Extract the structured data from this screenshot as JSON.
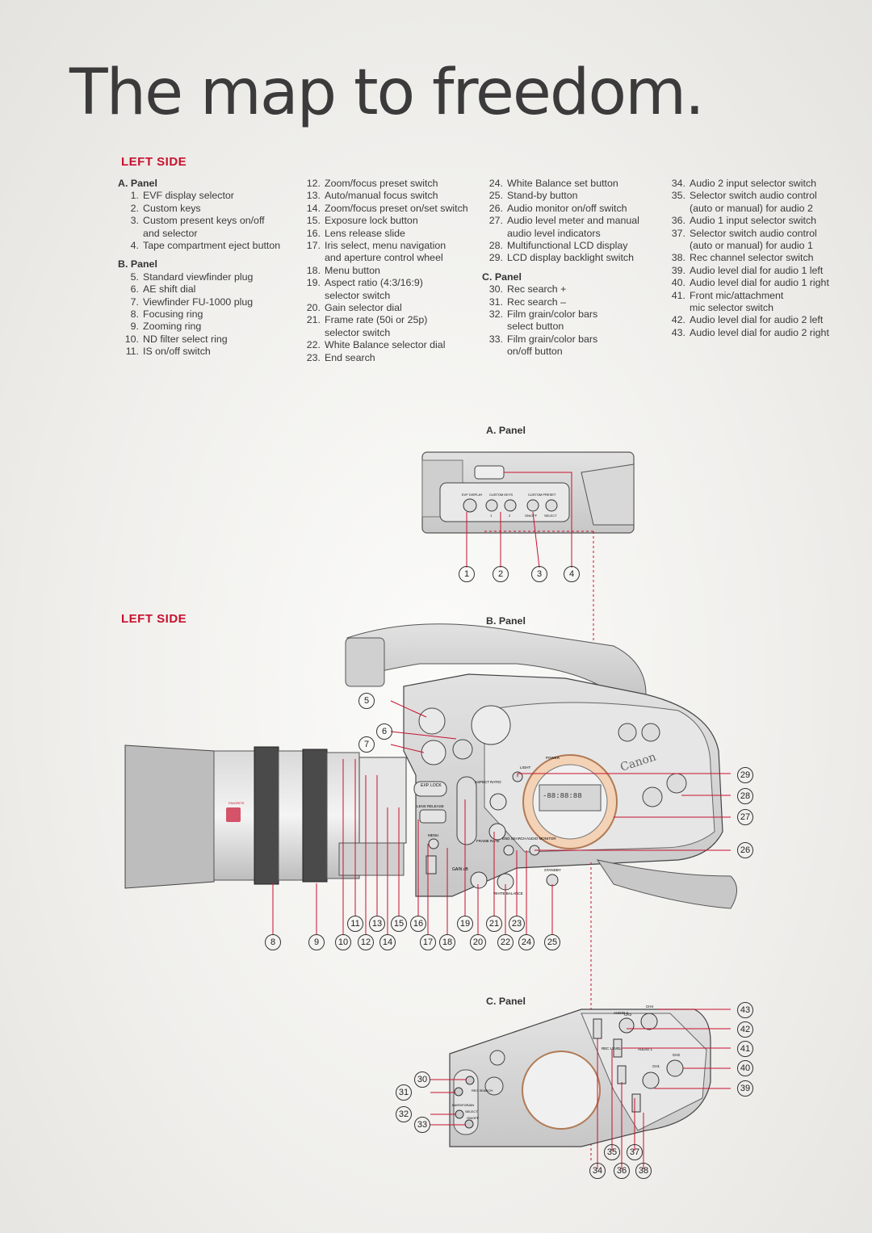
{
  "title": "The map to freedom.",
  "section_heading": "LEFT SIDE",
  "diagram_heading": "LEFT SIDE",
  "columns": [
    {
      "groups": [
        {
          "heading": "A. Panel",
          "items": [
            {
              "n": "1.",
              "t": "EVF display selector"
            },
            {
              "n": "2.",
              "t": "Custom keys"
            },
            {
              "n": "3.",
              "t": "Custom present keys on/off"
            },
            {
              "n": "",
              "t": "and selector"
            },
            {
              "n": "4.",
              "t": "Tape compartment eject button"
            }
          ]
        },
        {
          "heading": "B. Panel",
          "items": [
            {
              "n": "5.",
              "t": "Standard viewfinder plug"
            },
            {
              "n": "6.",
              "t": "AE shift dial"
            },
            {
              "n": "7.",
              "t": "Viewfinder FU-1000 plug"
            },
            {
              "n": "8.",
              "t": "Focusing ring"
            },
            {
              "n": "9.",
              "t": "Zooming ring"
            },
            {
              "n": "10.",
              "t": "ND filter select ring"
            },
            {
              "n": "11.",
              "t": "IS on/off switch"
            }
          ]
        }
      ]
    },
    {
      "groups": [
        {
          "heading": "",
          "items": [
            {
              "n": "12.",
              "t": "Zoom/focus preset switch"
            },
            {
              "n": "13.",
              "t": "Auto/manual focus switch"
            },
            {
              "n": "14.",
              "t": "Zoom/focus preset on/set switch"
            },
            {
              "n": "15.",
              "t": "Exposure lock button"
            },
            {
              "n": "16.",
              "t": "Lens release slide"
            },
            {
              "n": "17.",
              "t": "Iris select, menu navigation"
            },
            {
              "n": "",
              "t": "and aperture control wheel"
            },
            {
              "n": "18.",
              "t": "Menu button"
            },
            {
              "n": "19.",
              "t": "Aspect ratio (4:3/16:9)"
            },
            {
              "n": "",
              "t": "selector switch"
            },
            {
              "n": "20.",
              "t": "Gain selector dial"
            },
            {
              "n": "21.",
              "t": "Frame rate (50i or 25p)"
            },
            {
              "n": "",
              "t": "selector switch"
            },
            {
              "n": "22.",
              "t": "White Balance selector dial"
            },
            {
              "n": "23.",
              "t": "End search"
            }
          ]
        }
      ]
    },
    {
      "groups": [
        {
          "heading": "",
          "items": [
            {
              "n": "24.",
              "t": "White Balance set button"
            },
            {
              "n": "25.",
              "t": "Stand-by button"
            },
            {
              "n": "26.",
              "t": "Audio monitor on/off switch"
            },
            {
              "n": "27.",
              "t": "Audio level meter and manual"
            },
            {
              "n": "",
              "t": "audio level indicators"
            },
            {
              "n": "28.",
              "t": "Multifunctional LCD display"
            },
            {
              "n": "29.",
              "t": "LCD display backlight switch"
            }
          ]
        },
        {
          "heading": "C. Panel",
          "items": [
            {
              "n": "30.",
              "t": "Rec search +"
            },
            {
              "n": "31.",
              "t": "Rec search –"
            },
            {
              "n": "32.",
              "t": "Film grain/color bars"
            },
            {
              "n": "",
              "t": "select button"
            },
            {
              "n": "33.",
              "t": "Film grain/color bars"
            },
            {
              "n": "",
              "t": "on/off button"
            }
          ]
        }
      ]
    },
    {
      "groups": [
        {
          "heading": "",
          "items": [
            {
              "n": "34.",
              "t": "Audio 2 input selector switch"
            },
            {
              "n": "35.",
              "t": "Selector switch audio control"
            },
            {
              "n": "",
              "t": "(auto or manual) for audio 2"
            },
            {
              "n": "36.",
              "t": "Audio 1 input selector switch"
            },
            {
              "n": "37.",
              "t": "Selector switch audio control"
            },
            {
              "n": "",
              "t": "(auto or manual) for audio 1"
            },
            {
              "n": "38.",
              "t": "Rec channel selector switch"
            },
            {
              "n": "39.",
              "t": "Audio level dial for audio 1 left"
            },
            {
              "n": "40.",
              "t": "Audio level dial for audio 1 right"
            },
            {
              "n": "41.",
              "t": "Front mic/attachment"
            },
            {
              "n": "",
              "t": "mic selector switch"
            },
            {
              "n": "42.",
              "t": "Audio level dial for audio 2 left"
            },
            {
              "n": "43.",
              "t": "Audio level dial for audio 2 right"
            }
          ]
        }
      ]
    }
  ],
  "diagram": {
    "panel_a_label": "A. Panel",
    "panel_b_label": "B. Panel",
    "panel_c_label": "C. Panel",
    "a_callouts": [
      "1",
      "2",
      "3",
      "4"
    ],
    "b_callouts_left": [
      "5",
      "6",
      "7"
    ],
    "b_callouts_right": [
      "29",
      "28",
      "27",
      "26"
    ],
    "b_callouts_bottom_top": [
      "11",
      "13",
      "15",
      "16",
      "19",
      "21",
      "23"
    ],
    "b_callouts_bottom": [
      "8",
      "9",
      "10",
      "12",
      "14",
      "17",
      "18",
      "20",
      "22",
      "24",
      "25"
    ],
    "c_callouts_left": [
      "30",
      "31",
      "32",
      "33"
    ],
    "c_callouts_right": [
      "43",
      "42",
      "41",
      "40",
      "39"
    ],
    "c_callouts_bottom_top": [
      "35",
      "37"
    ],
    "c_callouts_bottom": [
      "34",
      "36",
      "38"
    ],
    "panel_a_texts": [
      "EVF DISPLAY",
      "CUSTOM KEYS",
      "CUSTOM PRESET",
      "1",
      "2",
      "ON/OFF",
      "SELECT"
    ],
    "camera_texts": [
      "EXP. LOCK",
      "LENS RELEASE",
      "MENU",
      "GAIN dB",
      "WHITE BALANCE",
      "STANDBY",
      "ASPECT RATIO",
      "FRAME RATE",
      "END SEARCH",
      "AUDIO MONITOR",
      "LIGHT",
      "POWER",
      "Canon",
      "FAVORITE"
    ],
    "panel_c_texts": [
      "REC SEARCH",
      "BARS/FGRAIN",
      "SELECT",
      "ON/OFF",
      "AUDIO 2",
      "AUDIO 1",
      "REC LEVEL",
      "CH1",
      "CH2",
      "CH3",
      "CH4"
    ]
  },
  "colors": {
    "accent": "#c8102e",
    "text": "#3a3a3a",
    "body_grey": "#b9b9b9"
  }
}
